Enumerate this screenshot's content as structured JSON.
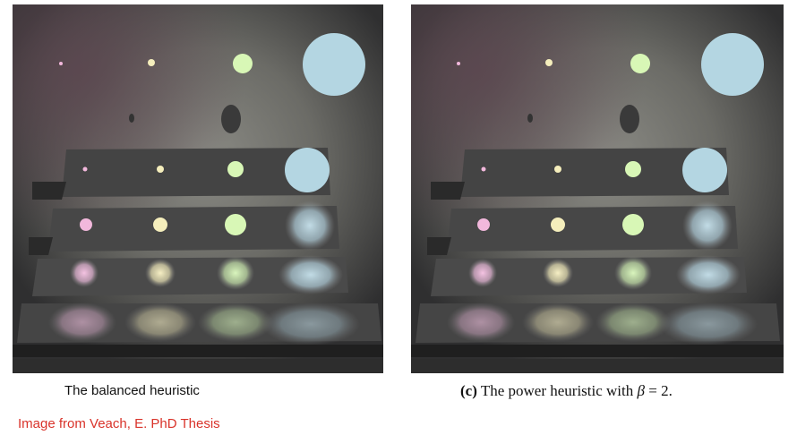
{
  "figures": [
    {
      "id": "left",
      "caption": "The balanced heuristic"
    },
    {
      "id": "right",
      "caption_label": "(c)",
      "caption_text": "The power heuristic with",
      "caption_symbol": "β",
      "caption_value": "= 2."
    }
  ],
  "credit": "Image from Veach, E. PhD Thesis",
  "light_colors": [
    "#f2b8dc",
    "#f5eebc",
    "#d8f7b6",
    "#b4d6e2"
  ]
}
